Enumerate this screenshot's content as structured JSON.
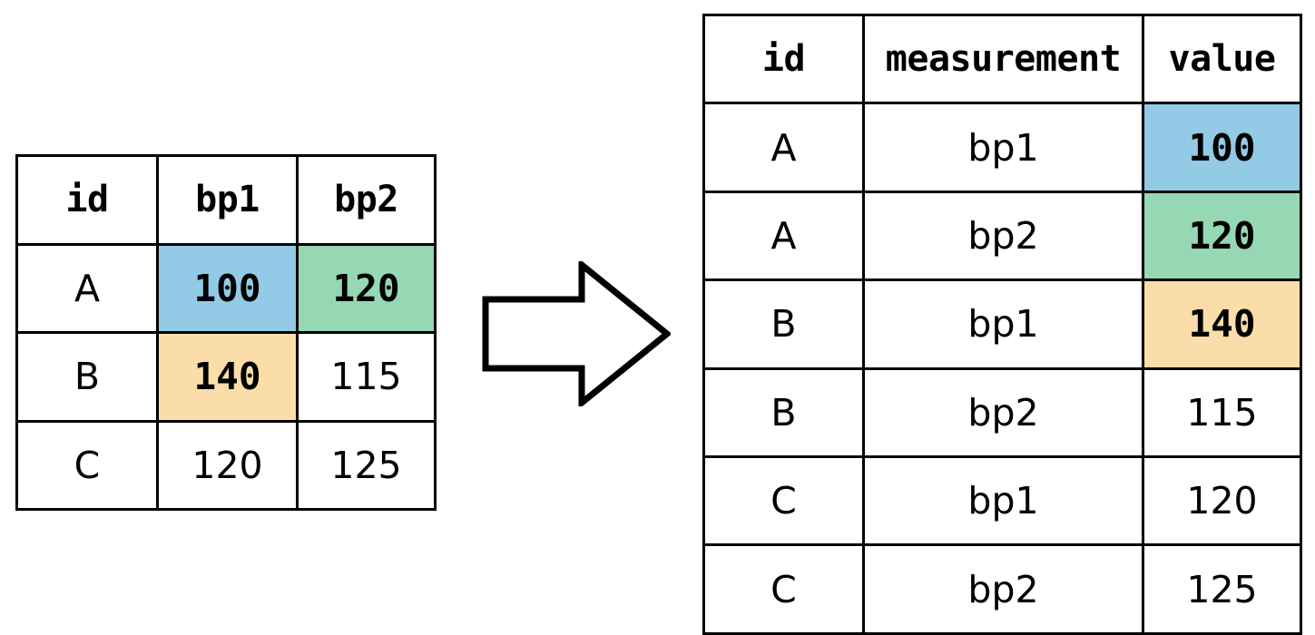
{
  "diagram": {
    "title": "pivot-longer-transformation",
    "arrow": {
      "icon": "right-arrow-icon",
      "direction": "right"
    }
  },
  "colors": {
    "blue": "#93cae5",
    "green": "#96d7b4",
    "orange": "#fadda8",
    "border": "#000000",
    "background": "#ffffff",
    "text": "#000000"
  },
  "wide_table": {
    "name": "wide-table",
    "headers": [
      "id",
      "bp1",
      "bp2"
    ],
    "rows": [
      {
        "id": "A",
        "bp1": {
          "value": "100",
          "highlight": "blue"
        },
        "bp2": {
          "value": "120",
          "highlight": "green"
        }
      },
      {
        "id": "B",
        "bp1": {
          "value": "140",
          "highlight": "orange"
        },
        "bp2": {
          "value": "115",
          "highlight": "none"
        }
      },
      {
        "id": "C",
        "bp1": {
          "value": "120",
          "highlight": "none"
        },
        "bp2": {
          "value": "125",
          "highlight": "none"
        }
      }
    ]
  },
  "long_table": {
    "name": "long-table",
    "headers": [
      "id",
      "measurement",
      "value"
    ],
    "rows": [
      {
        "id": "A",
        "measurement": "bp1",
        "value": "100",
        "highlight": "blue"
      },
      {
        "id": "A",
        "measurement": "bp2",
        "value": "120",
        "highlight": "green"
      },
      {
        "id": "B",
        "measurement": "bp1",
        "value": "140",
        "highlight": "orange"
      },
      {
        "id": "B",
        "measurement": "bp2",
        "value": "115",
        "highlight": "none"
      },
      {
        "id": "C",
        "measurement": "bp1",
        "value": "120",
        "highlight": "none"
      },
      {
        "id": "C",
        "measurement": "bp2",
        "value": "125",
        "highlight": "none"
      }
    ]
  }
}
